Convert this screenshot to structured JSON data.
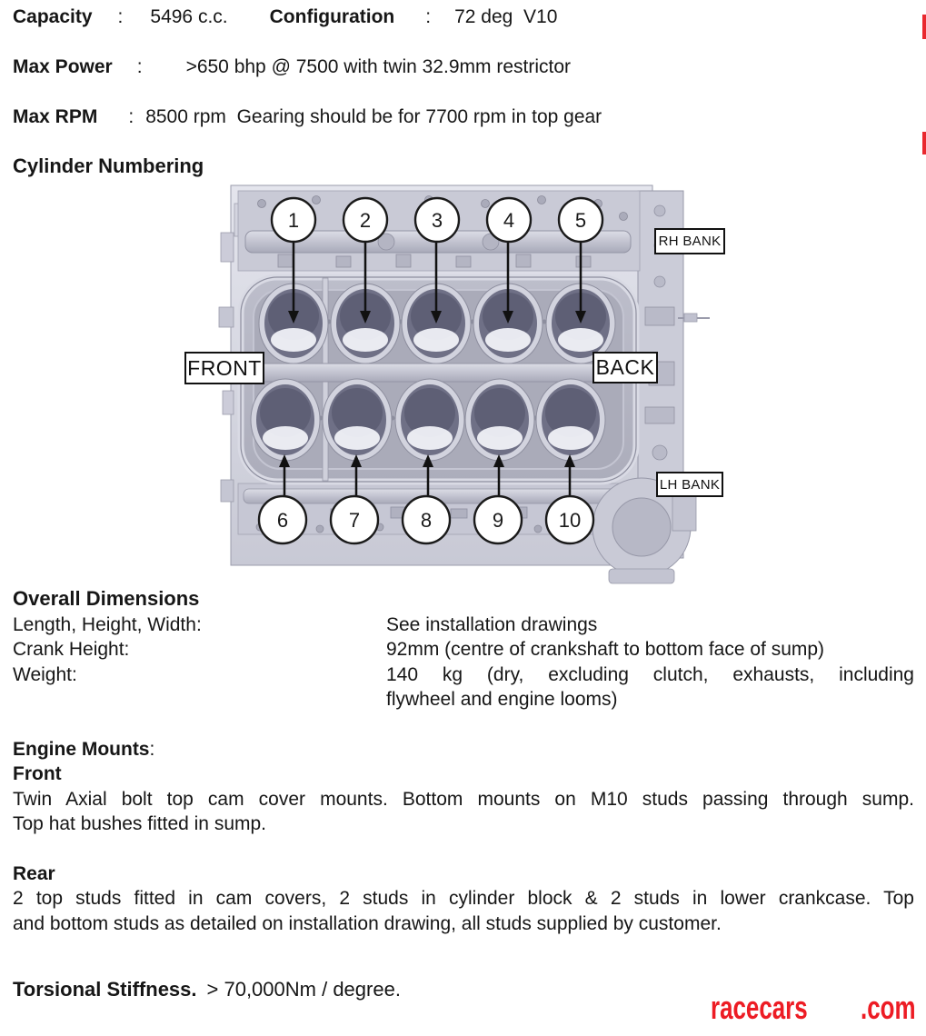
{
  "specs": {
    "capacity_label": "Capacity",
    "colon": ":",
    "capacity_value": "5496 c.c.",
    "configuration_label": "Configuration",
    "configuration_value": "72 deg  V10",
    "max_power_label": "Max Power",
    "max_power_value": ">650 bhp @ 7500 with twin 32.9mm restrictor",
    "max_rpm_label": "Max RPM",
    "max_rpm_value": "8500 rpm  Gearing should be for 7700 rpm in top gear"
  },
  "diagram": {
    "heading": "Cylinder Numbering",
    "labels": {
      "front": "FRONT",
      "back": "BACK",
      "rh_bank": "RH BANK",
      "lh_bank": "LH BANK"
    },
    "callouts_top": [
      "1",
      "2",
      "3",
      "4",
      "5"
    ],
    "callouts_bottom": [
      "6",
      "7",
      "8",
      "9",
      "10"
    ]
  },
  "dimensions": {
    "heading": "Overall Dimensions",
    "rows": [
      {
        "label": "Length, Height, Width:",
        "value": "See installation drawings"
      },
      {
        "label": "Crank Height:",
        "value": "92mm (centre of crankshaft to bottom face of sump)"
      },
      {
        "label": "Weight:",
        "value_line1": "140 kg (dry, excluding clutch, exhausts, including",
        "value_line2": "flywheel and engine looms)"
      }
    ]
  },
  "mounts": {
    "heading": "Engine Mounts",
    "heading_colon": ":",
    "front_heading": "Front",
    "front_line1": "Twin Axial bolt top cam cover mounts. Bottom mounts on M10 studs passing through sump.",
    "front_line2": "Top hat bushes fitted in sump.",
    "rear_heading": "Rear",
    "rear_line1": "2 top studs fitted in cam covers, 2 studs in cylinder block & 2 studs in lower crankcase. Top",
    "rear_line2": "and bottom studs as detailed on installation drawing, all studs supplied by customer."
  },
  "stiffness": {
    "label": "Torsional Stiffness.",
    "value": "> 70,000Nm / degree."
  },
  "watermark": {
    "part1": "racecars",
    "part2": ".com",
    "color": "#ed1c24"
  }
}
